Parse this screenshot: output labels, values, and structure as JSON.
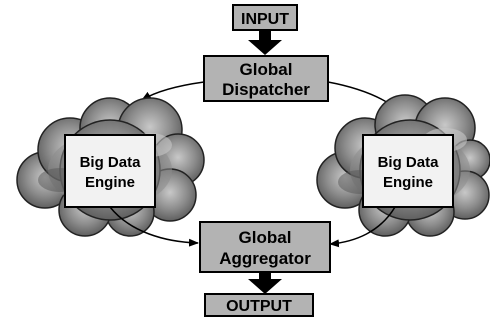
{
  "diagram": {
    "input_label": "INPUT",
    "dispatcher_line1": "Global",
    "dispatcher_line2": "Dispatcher",
    "engine_left_line1": "Big Data",
    "engine_left_line2": "Engine",
    "engine_right_line1": "Big Data",
    "engine_right_line2": "Engine",
    "aggregator_line1": "Global",
    "aggregator_line2": "Aggregator",
    "output_label": "OUTPUT"
  },
  "colors": {
    "box_fill": "#b3b3b3",
    "engine_fill": "#f2f2f2",
    "cloud_dark": "#555555",
    "cloud_mid": "#8c8c8c",
    "cloud_light": "#c8c8c8",
    "stroke": "#000000"
  }
}
